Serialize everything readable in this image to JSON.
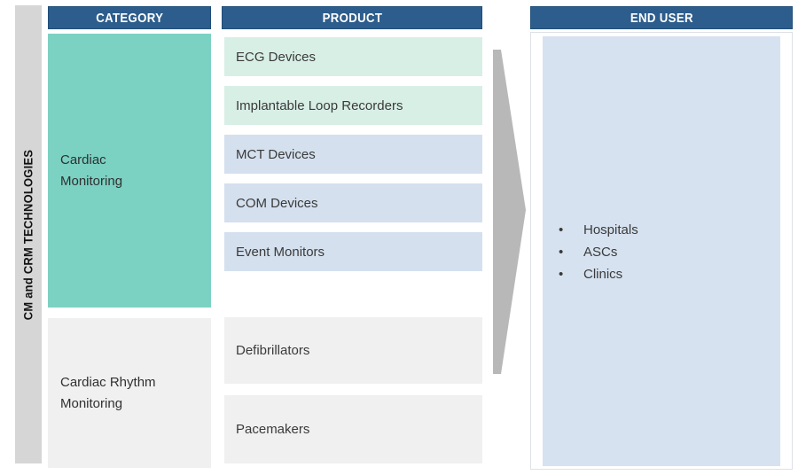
{
  "sidebar": {
    "label": "CM and CRM TECHNOLOGIES"
  },
  "columns": {
    "category": {
      "header": "CATEGORY",
      "items": [
        {
          "label": "Cardiac Monitoring",
          "color": "#7bd1c2"
        },
        {
          "label": "Cardiac Rhythm Monitoring",
          "color": "#f0f0f0"
        }
      ]
    },
    "product": {
      "header": "PRODUCT",
      "items": [
        {
          "label": "ECG Devices",
          "color": "#d8efe6"
        },
        {
          "label": "Implantable Loop Recorders",
          "color": "#d8efe6"
        },
        {
          "label": "MCT Devices",
          "color": "#d4e0ee"
        },
        {
          "label": "COM Devices",
          "color": "#d4e0ee"
        },
        {
          "label": "Event Monitors",
          "color": "#d4e0ee"
        },
        {
          "label": "Defibrillators",
          "color": "#f0f0f0"
        },
        {
          "label": "Pacemakers",
          "color": "#f0f0f0"
        }
      ]
    },
    "end_user": {
      "header": "END USER",
      "items": [
        {
          "label": "Hospitals"
        },
        {
          "label": "ASCs"
        },
        {
          "label": "Clinics"
        }
      ],
      "bullet": "•"
    }
  },
  "colors": {
    "header_bg": "#2d5d8c",
    "header_border": "#1f4e79",
    "sidebar_bg": "#d6d6d6",
    "end_user_panel": "#d6e2f0",
    "arrow": "#b8b8b8"
  }
}
